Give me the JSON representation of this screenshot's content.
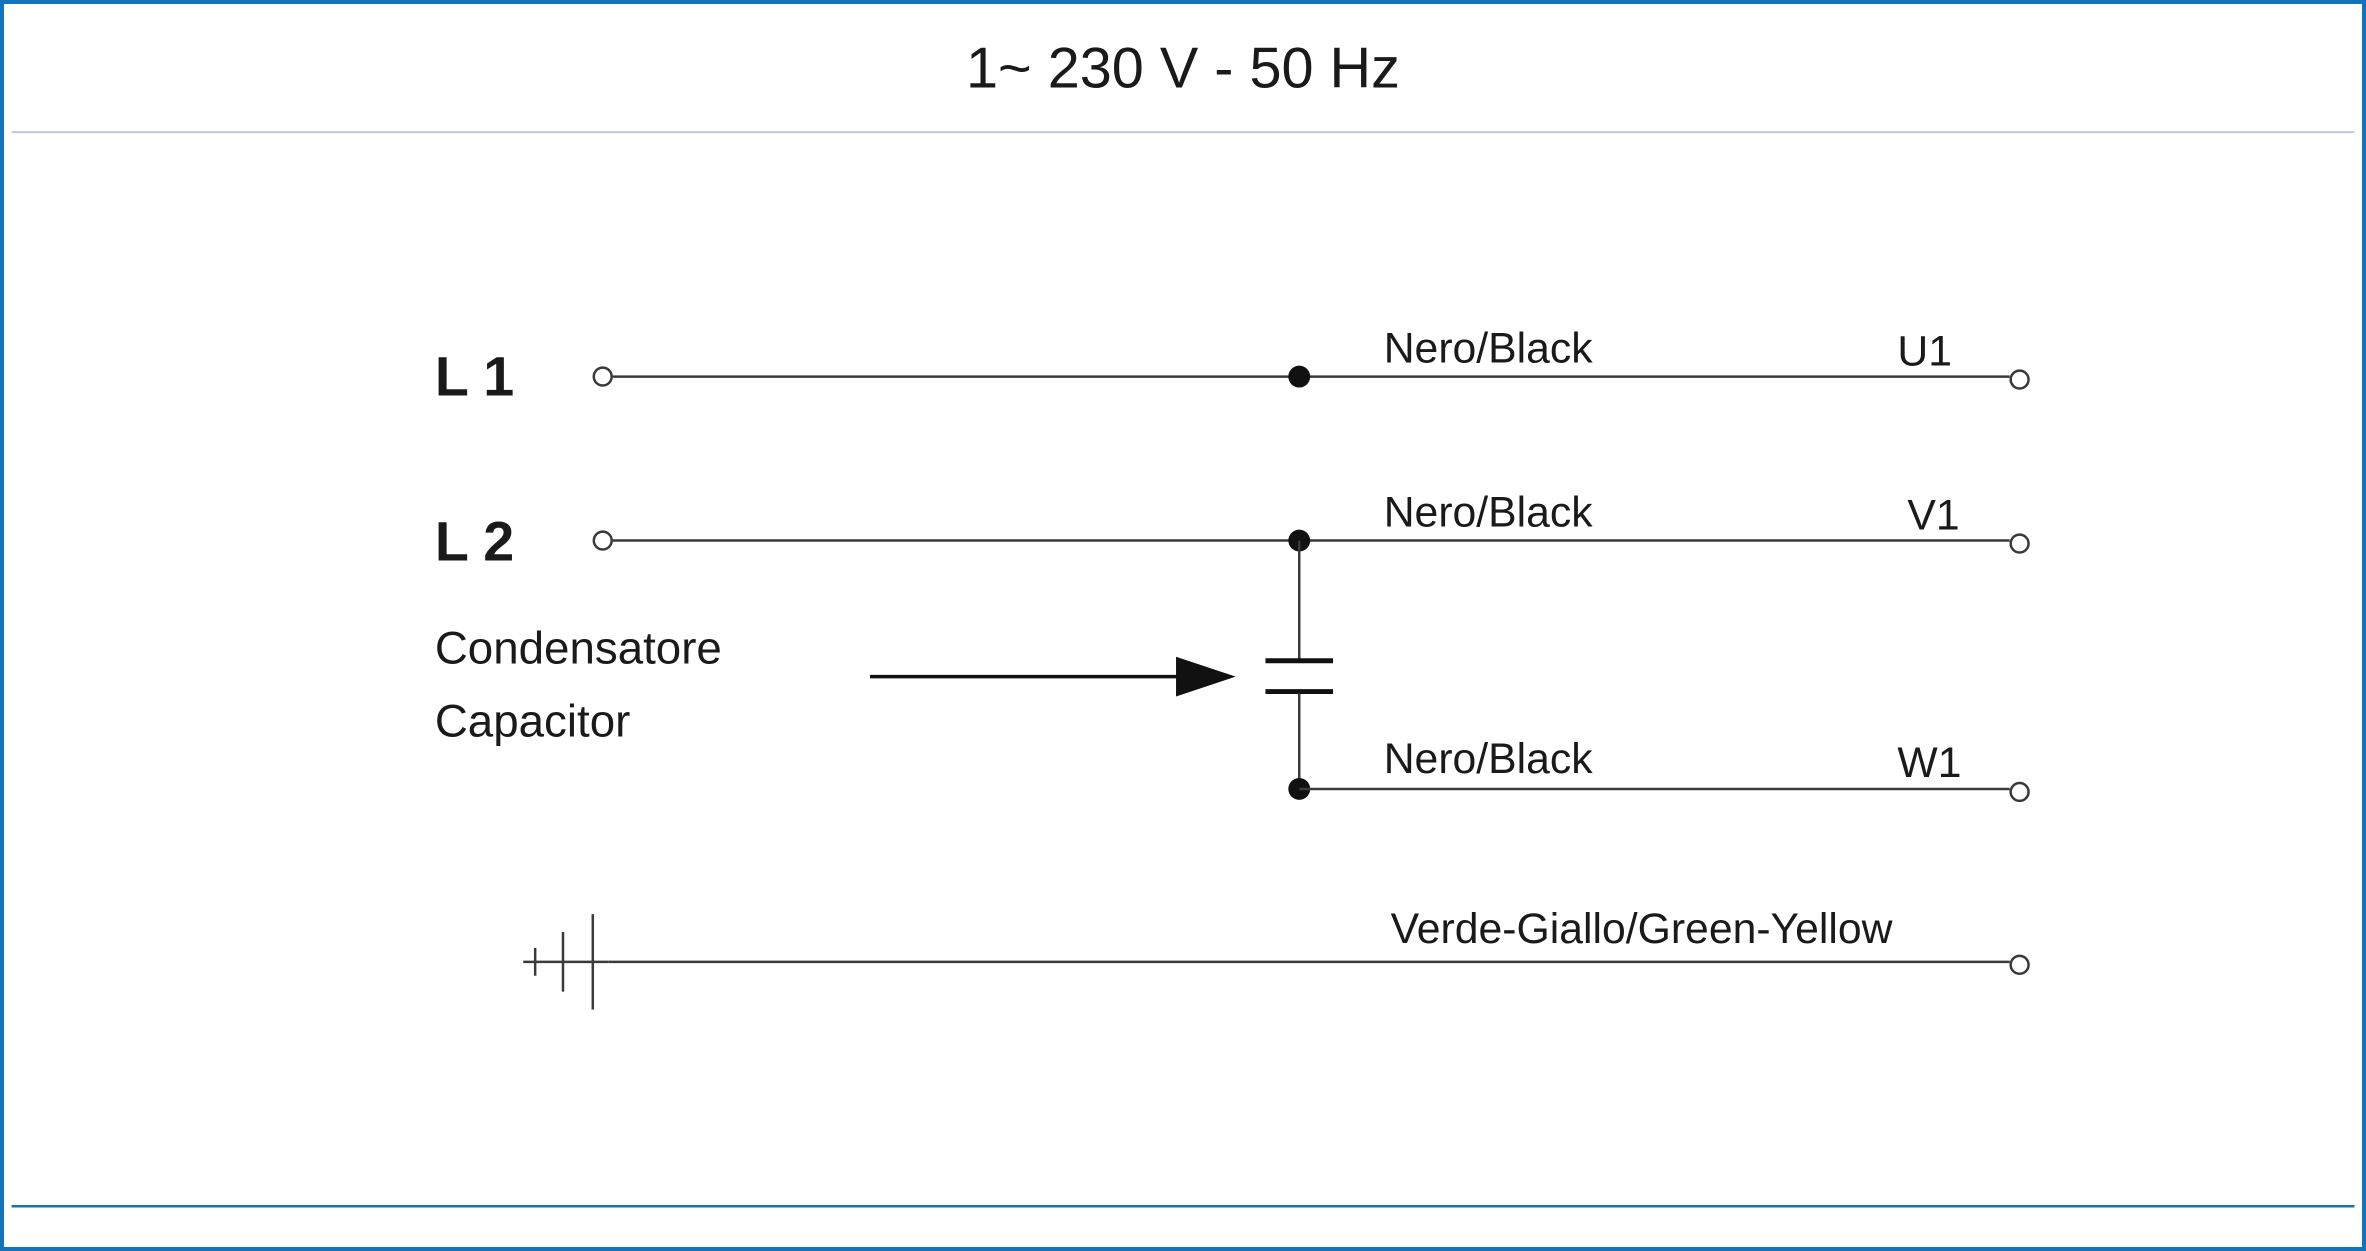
{
  "title": "1~ 230 V - 50 Hz",
  "colors": {
    "border": "#1474bb",
    "separator": "#b9cdde",
    "wire": "#3a3a3a",
    "text": "#1a1a1a"
  },
  "rows": {
    "l1": {
      "input_label": "L 1",
      "wire_label": "Nero/Black",
      "terminal_label": "U1"
    },
    "l2": {
      "input_label": "L 2",
      "wire_label": "Nero/Black",
      "terminal_label": "V1"
    },
    "w1": {
      "wire_label": "Nero/Black",
      "terminal_label": "W1"
    },
    "earth": {
      "wire_label": "Verde-Giallo/Green-Yellow"
    }
  },
  "capacitor": {
    "label_it": "Condensatore",
    "label_en": "Capacitor"
  }
}
